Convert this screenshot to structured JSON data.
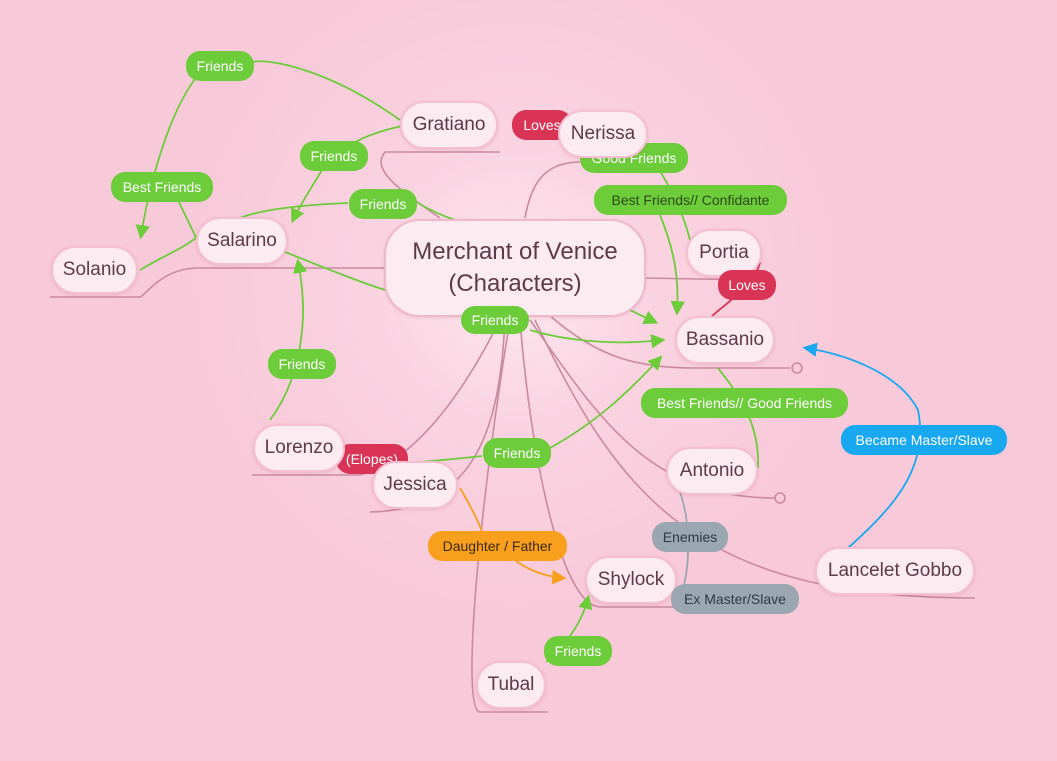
{
  "diagram": {
    "title_line1": "Merchant of Venice",
    "title_line2": "(Characters)",
    "nodes": {
      "gratiano": "Gratiano",
      "nerissa": "Nerissa",
      "salarino": "Salarino",
      "solanio": "Solanio",
      "portia": "Portia",
      "bassanio": "Bassanio",
      "lorenzo": "Lorenzo",
      "jessica": "Jessica",
      "antonio": "Antonio",
      "shylock": "Shylock",
      "lancelet": "Lancelet Gobbo",
      "tubal": "Tubal"
    },
    "relations": {
      "friends_top": "Friends",
      "loves_gratiano_nerissa": "Loves",
      "good_friends": "Good Friends",
      "friends_gratiano_salarino": "Friends",
      "best_friends_solanio": "Best Friends",
      "friends_salarino_center": "Friends",
      "best_friends_confidante": "Best Friends// Confidante",
      "loves_portia_bassanio": "Loves",
      "friends_center": "Friends",
      "friends_lorenzo": "Friends",
      "elopes": "(Elopes)",
      "friends_jessica": "Friends",
      "best_good_friends": "Best Friends// Good Friends",
      "became_master_slave": "Became Master/Slave",
      "daughter_father": "Daughter / Father",
      "enemies": "Enemies",
      "ex_master_slave": "Ex Master/Slave",
      "friends_tubal": "Friends"
    },
    "colors": {
      "background": "#f8c9d9",
      "branch": "#c98a9e",
      "friends": "#6ccc3a",
      "loves": "#d93456",
      "family": "#f8a01d",
      "enemies": "#9aa6b0",
      "master": "#17a8f0"
    }
  }
}
